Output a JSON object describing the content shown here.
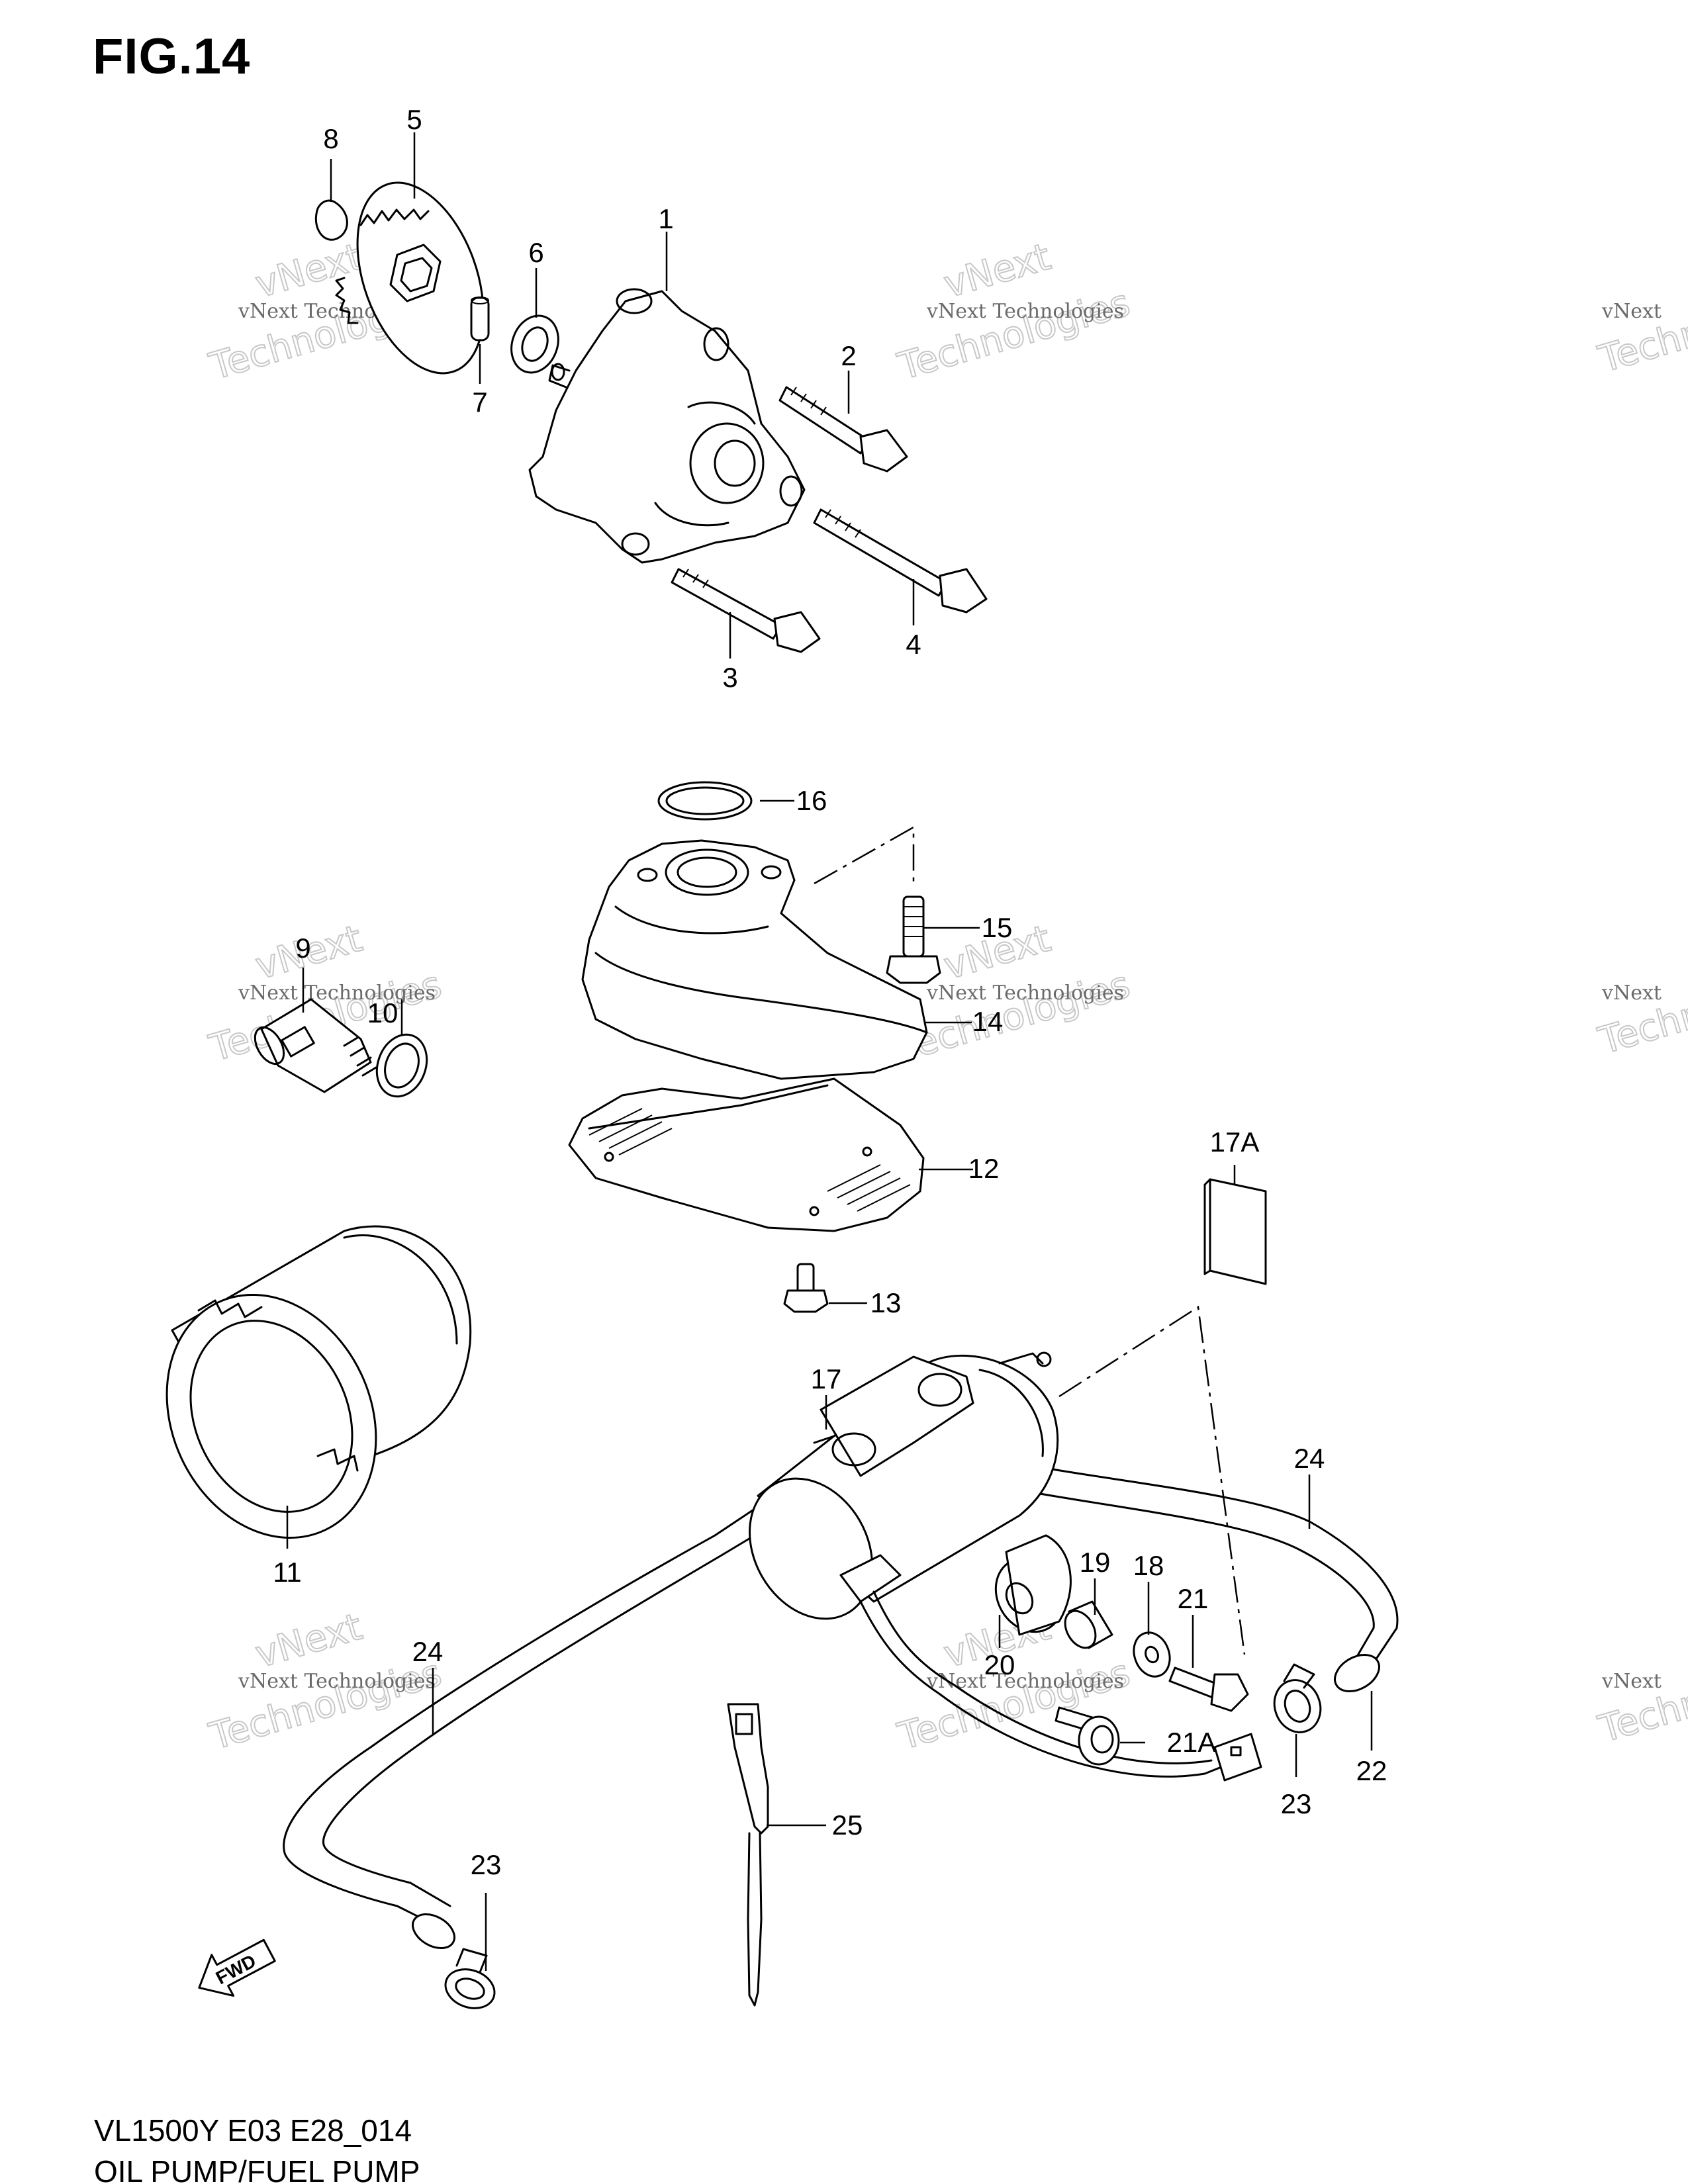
{
  "figure": {
    "title": "FIG.14",
    "model_code": "VL1500Y E03 E28_014",
    "section_name": "OIL PUMP/FUEL PUMP"
  },
  "fwd_marker": "FWD",
  "watermark": {
    "line1": "vNext Technologies",
    "big1": "vNext",
    "big2": "Technologies"
  },
  "callouts": [
    "1",
    "2",
    "3",
    "4",
    "5",
    "6",
    "7",
    "8",
    "9",
    "10",
    "11",
    "12",
    "13",
    "14",
    "15",
    "16",
    "17",
    "17A",
    "18",
    "19",
    "20",
    "21",
    "21A",
    "22",
    "23",
    "24",
    "25"
  ]
}
